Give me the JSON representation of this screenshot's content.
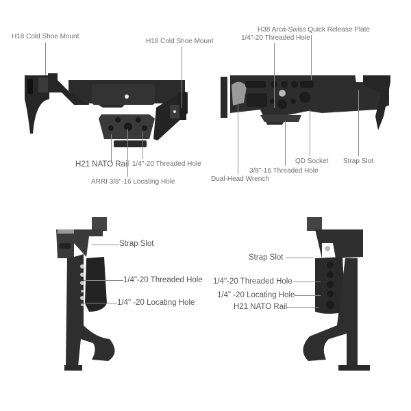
{
  "views": {
    "top_left": {
      "labels": {
        "cold_shoe_1": "H18 Cold Shoe Mount",
        "cold_shoe_2": "H18 Cold Shoe Mount",
        "nato": "H21 NATO Rail",
        "threaded": "1/4\"-20 Threaded Hole",
        "arri": "ARRI 3/8\"-16 Locating Hole"
      }
    },
    "top_right": {
      "labels": {
        "arca": "H38 Arca-Swiss Quick Release Plate",
        "threaded_14": "1/4\"-20 Threaded Hole",
        "qd": "QD Socket",
        "threaded_38": "3/8\"-16 Threaded Hole",
        "wrench": "Dual-Head Wrench",
        "strap": "Strap Slot"
      }
    },
    "bottom_left": {
      "labels": {
        "strap": "Strap Slot",
        "threaded": "1/4\"-20 Threaded Hole",
        "locating": "1/4\" -20 Locating Hole"
      }
    },
    "bottom_right": {
      "labels": {
        "strap": "Strap Slot",
        "threaded": "1/4\"-20 Threaded Hole",
        "locating": "1/4\" -20 Locating Hole",
        "nato": "H21 NATO Rail"
      }
    }
  }
}
